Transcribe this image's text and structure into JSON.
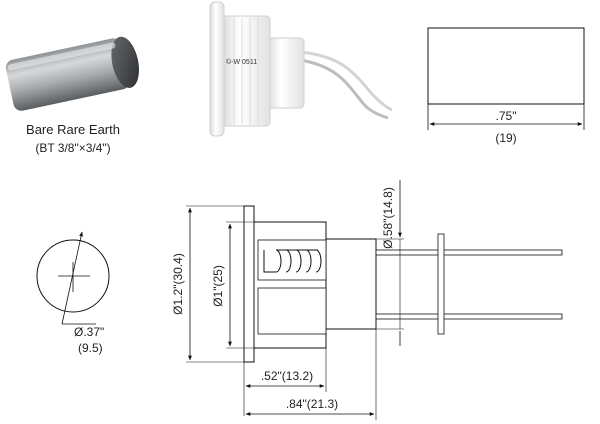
{
  "magnet": {
    "name": "Bare Rare Earth",
    "spec": "(BT 3/8\"×3/4\")"
  },
  "contact_marking": "©-W 0511",
  "magnet_side_view": {
    "length_in": ".75\"",
    "length_mm": "(19)"
  },
  "end_view": {
    "bore_in": "Ø.37\"",
    "bore_mm": "(9.5)"
  },
  "section_view": {
    "flange_dia": "Ø1.2\"(30.4)",
    "body_dia": "Ø1\"(25)",
    "tube_dia": "Ø.58\"(14.8)",
    "body_depth": ".52\"(13.2)",
    "overall_depth": ".84\"(21.3)"
  },
  "colors": {
    "magnet_dark": "#3a3a3a",
    "magnet_light": "#c8cacc",
    "housing": "#f1f1f1",
    "line": "#111111"
  }
}
